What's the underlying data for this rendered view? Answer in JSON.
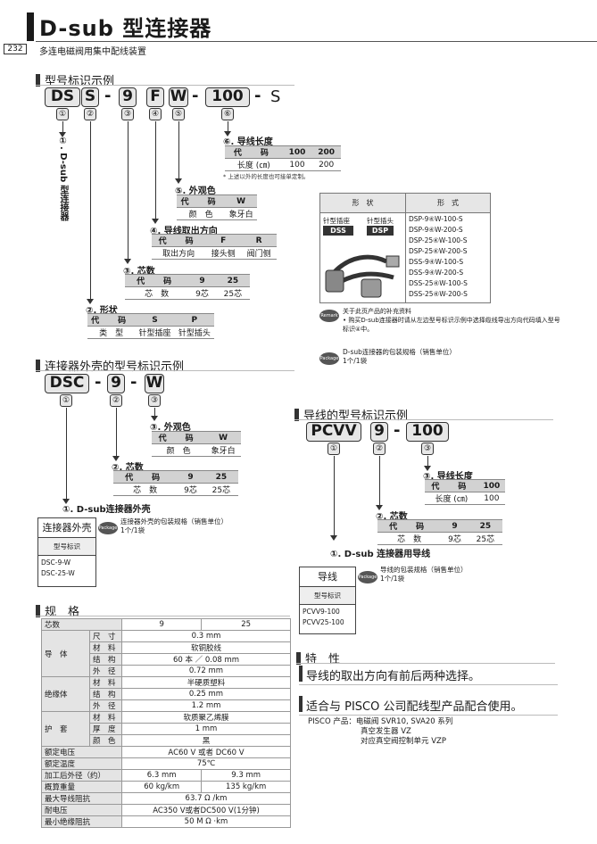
{
  "header": {
    "title": "D-sub 型连接器",
    "page_number": "232",
    "subtitle": "多连电磁阀用集中配线装置"
  },
  "model_section": {
    "heading": "型号标识示例",
    "codes": [
      "DS",
      "S",
      "-",
      "9",
      "F",
      "W",
      "-",
      "100",
      "-",
      "S"
    ],
    "nums": [
      "①",
      "②",
      "③",
      "④",
      "⑤",
      "⑥"
    ],
    "item1_label": "①. D-sub 型连接器",
    "item6": {
      "label": "⑥. 导线长度",
      "head": [
        "代　码",
        "100",
        "200"
      ],
      "row": [
        "长度 (㎝)",
        "100",
        "200"
      ],
      "note": "* 上述以外的长度也可接单定制。"
    },
    "item5": {
      "label": "⑤. 外观色",
      "head": [
        "代　码",
        "W"
      ],
      "row": [
        "颜　色",
        "象牙白"
      ]
    },
    "item4": {
      "label": "④. 导线取出方向",
      "head": [
        "代　码",
        "F",
        "R"
      ],
      "row": [
        "取出方向",
        "接头侧",
        "阀门侧"
      ]
    },
    "item3": {
      "label": "③. 芯数",
      "head": [
        "代　码",
        "9",
        "25"
      ],
      "row": [
        "芯　数",
        "9芯",
        "25芯"
      ]
    },
    "item2": {
      "label": "②. 形状",
      "head": [
        "代　码",
        "S",
        "P"
      ],
      "row": [
        "类　型",
        "针型插座",
        "针型插头"
      ]
    }
  },
  "shape_table": {
    "head": [
      "形　状",
      "形　式"
    ],
    "labels": [
      "针型插座",
      "针型插头"
    ],
    "tags": [
      "DSS",
      "DSP"
    ],
    "models": [
      "DSP-9④W-100-S",
      "DSP-9④W-200-S",
      "DSP-25④W-100-S",
      "DSP-25④W-200-S",
      "DSS-9④W-100-S",
      "DSS-9④W-200-S",
      "DSS-25④W-100-S",
      "DSS-25④W-200-S"
    ]
  },
  "remark": {
    "icon": "Remark",
    "text": "关于此页产品的补充资料\n• 购买D-sub连接器时请从左边型号标识示例中选择缆线导出方向代码填入型号标识④中。"
  },
  "package1": {
    "icon": "Package",
    "text": "D-sub连接器的包装规格（销售单位）\n1个/1袋"
  },
  "shell_section": {
    "heading": "连接器外壳的型号标识示例",
    "codes": [
      "DSC",
      "-",
      "9",
      "-",
      "W"
    ],
    "nums": [
      "①",
      "②",
      "③"
    ],
    "item3": {
      "label": "③. 外观色",
      "head": [
        "代　码",
        "W"
      ],
      "row": [
        "颜　色",
        "象牙白"
      ]
    },
    "item2": {
      "label": "②. 芯数",
      "head": [
        "代　码",
        "9",
        "25"
      ],
      "row": [
        "芯　数",
        "9芯",
        "25芯"
      ]
    },
    "item1_label": "①. D-sub连接器外壳",
    "box": {
      "title": "连接器外壳",
      "sub": "型号标识",
      "items": [
        "DSC-9-W",
        "DSC-25-W"
      ]
    },
    "package": {
      "icon": "Package",
      "text": "连接器外壳的包装规格（销售单位）\n1个/1袋"
    }
  },
  "cable_section": {
    "heading": "导线的型号标识示例",
    "codes": [
      "PCVV",
      "9",
      "-",
      "100"
    ],
    "nums": [
      "①",
      "②",
      "③"
    ],
    "item3": {
      "label": "③. 导线长度",
      "head": [
        "代　码",
        "100"
      ],
      "row": [
        "长度 (㎝)",
        "100"
      ]
    },
    "item2": {
      "label": "②. 芯数",
      "head": [
        "代　码",
        "9",
        "25"
      ],
      "row": [
        "芯　数",
        "9芯",
        "25芯"
      ]
    },
    "item1_label": "①. D-sub 连接器用导线",
    "box": {
      "title": "导线",
      "sub": "型号标识",
      "items": [
        "PCVV9-100",
        "PCVV25-100"
      ]
    },
    "package": {
      "icon": "Package",
      "text": "导线的包装规格（销售单位）\n1个/1袋"
    }
  },
  "spec_section": {
    "heading": "规　格",
    "cores_label": "芯数",
    "cores": [
      "9",
      "25"
    ],
    "conductor": {
      "label": "导　体",
      "rows": [
        [
          "尺　寸",
          "0.3 mm"
        ],
        [
          "材　料",
          "软铜胶线"
        ],
        [
          "结　构",
          "60 本 ／ 0.08 mm"
        ],
        [
          "外　径",
          "0.72 mm"
        ]
      ]
    },
    "insulation": {
      "label": "绝缘体",
      "rows": [
        [
          "材　料",
          "半硬质塑料"
        ],
        [
          "结　构",
          "0.25 mm"
        ],
        [
          "外　径",
          "1.2 mm"
        ]
      ]
    },
    "sheath": {
      "label": "护　套",
      "rows": [
        [
          "材　料",
          "软质聚乙烯膜"
        ],
        [
          "厚　度",
          "1 mm"
        ],
        [
          "颜　色",
          "黑"
        ]
      ]
    },
    "others": [
      [
        "额定电压",
        "AC60 V 或者 DC60 V",
        null
      ],
      [
        "额定温度",
        "75℃",
        null
      ],
      [
        "加工后外径（约）",
        "6.3 mm",
        "9.3 mm"
      ],
      [
        "概算重量",
        "60 kg/km",
        "135 kg/km"
      ],
      [
        "最大导线阻抗",
        "63.7 Ω /km",
        null
      ],
      [
        "耐电压",
        "AC350 V或者DC500 V(1分钟)",
        null
      ],
      [
        "最小绝缘阻抗",
        "50 M Ω ·km",
        null
      ]
    ]
  },
  "features": {
    "heading": "特　性",
    "f1": "导线的取出方向有前后两种选择。",
    "f2": "适合与 PISCO 公司配线型产品配合使用。",
    "products": [
      "PISCO 产品：电磁阀 SVR10, SVA20 系列",
      "真空发生器 VZ",
      "对应真空阀控制单元 VZP"
    ]
  }
}
